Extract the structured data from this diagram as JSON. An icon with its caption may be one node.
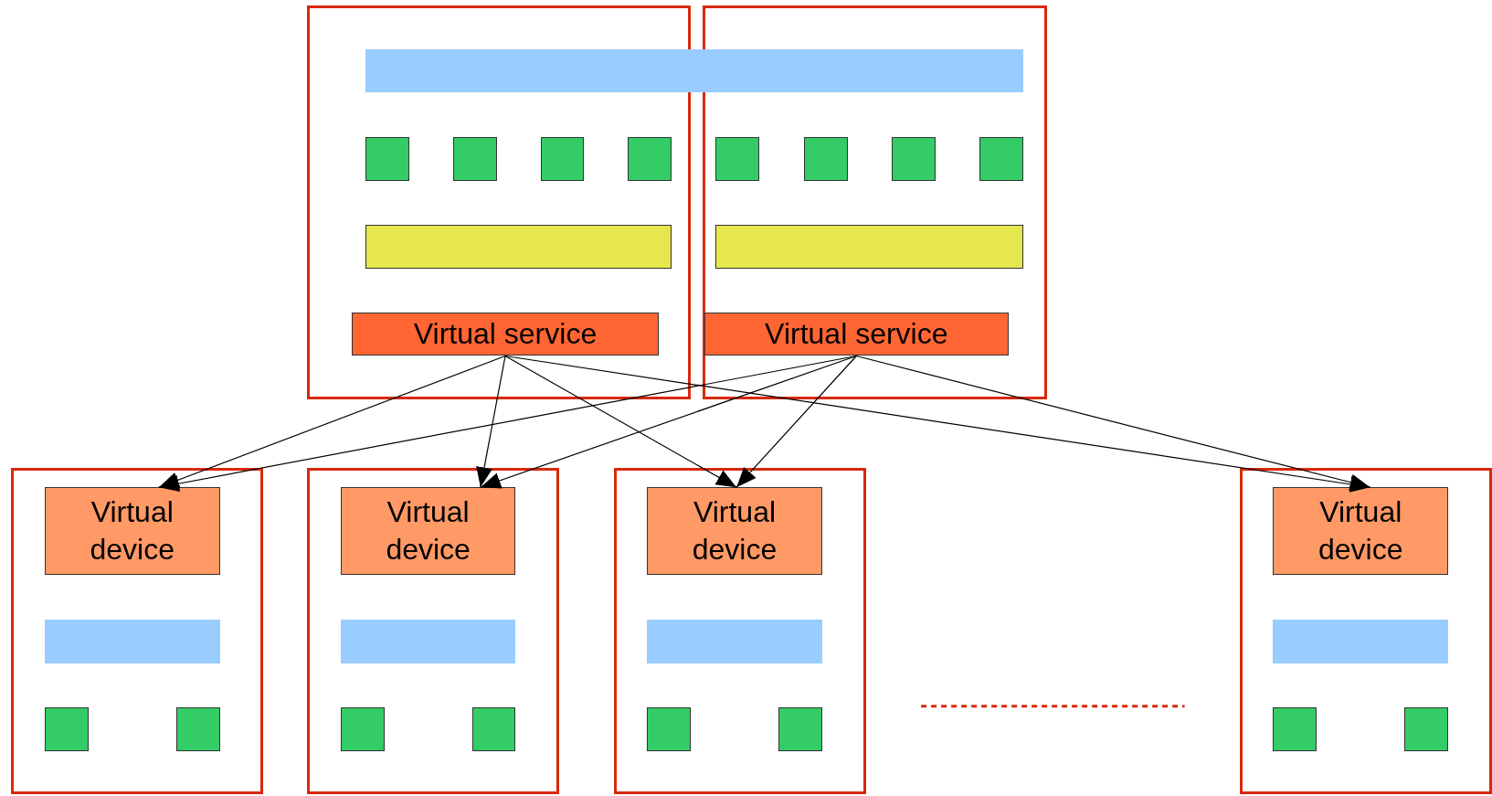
{
  "diagram": {
    "nodes": [
      {
        "text": [],
        "shape": "box"
      },
      {
        "text": [],
        "shape": "box"
      },
      {
        "text": [],
        "shape": "bar"
      },
      {
        "text": [],
        "shape": "box",
        "in": 0
      },
      {
        "text": [],
        "shape": "box",
        "in": 0
      },
      {
        "text": [],
        "shape": "box",
        "in": 0
      },
      {
        "text": [],
        "shape": "box",
        "in": 0
      },
      {
        "text": [],
        "shape": "box",
        "in": 1
      },
      {
        "text": [],
        "shape": "box",
        "in": 1
      },
      {
        "text": [],
        "shape": "box",
        "in": 1
      },
      {
        "text": [],
        "shape": "box",
        "in": 1
      },
      {
        "text": [],
        "shape": "box",
        "in": 0
      },
      {
        "text": [],
        "shape": "box",
        "in": 1
      },
      {
        "text": [
          "Virtual service"
        ],
        "in": 0
      },
      {
        "text": [
          "Virtual service"
        ],
        "in": 1
      },
      {
        "text": [],
        "shape": "box"
      },
      {
        "text": [
          "Virtual device"
        ],
        "in": 15
      },
      {
        "text": [],
        "shape": "bar",
        "in": 15
      },
      {
        "text": [],
        "shape": "box",
        "in": 15
      },
      {
        "text": [],
        "shape": "box",
        "in": 15
      },
      {
        "text": [],
        "shape": "box"
      },
      {
        "text": [
          "Virtual device"
        ],
        "in": 20
      },
      {
        "text": [],
        "shape": "bar",
        "in": 20
      },
      {
        "text": [],
        "shape": "box",
        "in": 20
      },
      {
        "text": [],
        "shape": "box",
        "in": 20
      },
      {
        "text": [],
        "shape": "box"
      },
      {
        "text": [
          "Virtual device"
        ],
        "in": 25
      },
      {
        "text": [],
        "shape": "bar",
        "in": 25
      },
      {
        "text": [],
        "shape": "box",
        "in": 25
      },
      {
        "text": [],
        "shape": "box",
        "in": 25
      },
      {
        "text": [],
        "shape": "box"
      },
      {
        "text": [
          "Virtual device"
        ],
        "in": 30
      },
      {
        "text": [],
        "shape": "bar",
        "in": 30
      },
      {
        "text": [],
        "shape": "box",
        "in": 30
      },
      {
        "text": [],
        "shape": "box",
        "in": 30
      }
    ],
    "edges": [
      {
        "from": 13,
        "to": 16,
        "arrow": "to"
      },
      {
        "from": 13,
        "to": 21,
        "arrow": "to"
      },
      {
        "from": 13,
        "to": 26,
        "arrow": "to"
      },
      {
        "from": 13,
        "to": 31,
        "arrow": "to"
      },
      {
        "from": 14,
        "to": 16,
        "arrow": "to"
      },
      {
        "from": 14,
        "to": 21,
        "arrow": "to"
      },
      {
        "from": 14,
        "to": 26,
        "arrow": "to"
      },
      {
        "from": 14,
        "to": 31,
        "arrow": "to"
      }
    ]
  }
}
